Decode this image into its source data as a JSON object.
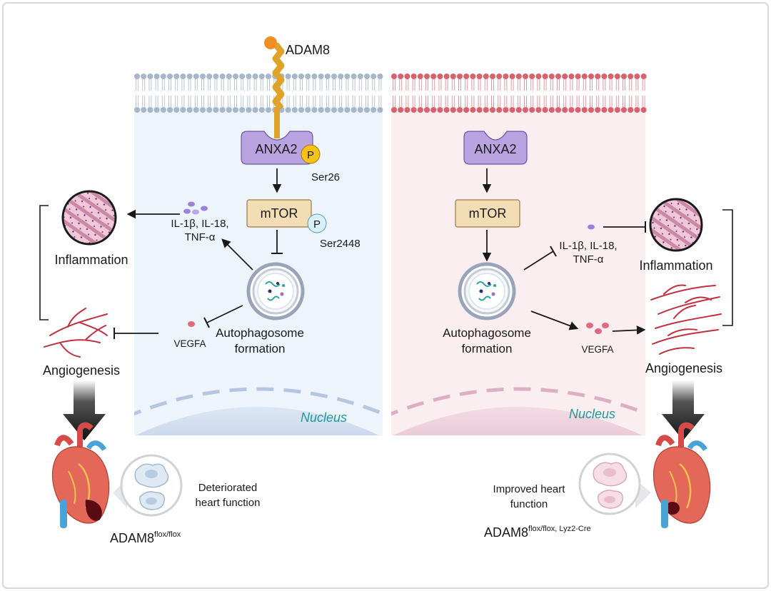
{
  "colors": {
    "left_panel": "#eef4fb",
    "right_panel": "#fbeef1",
    "membrane_left": "#a7b6c9",
    "membrane_right": "#d9616e",
    "anxa2": "#b9a3e0",
    "mtor": "#f3ddb5",
    "phospho_yellow": "#f4c21a",
    "phospho_cyan": "#d8f0f6",
    "adam8": "#e0a32a",
    "nucleus_text": "#1e9a9a",
    "arrow": "#1a1a1a"
  },
  "left": {
    "receptor": "ADAM8",
    "anxa2": "ANXA2",
    "phospho": "P",
    "ser26": "Ser26",
    "mtor": "mTOR",
    "ser2448": "Ser2448",
    "cytokines": [
      "IL-1β, IL-18,",
      "TNF-α"
    ],
    "autophagosome": [
      "Autophagosome",
      "formation"
    ],
    "vegfa": "VEGFA",
    "nucleus": "Nucleus",
    "inflammation": "Inflammation",
    "angiogenesis": "Angiogenesis",
    "outcome": [
      "Deteriorated",
      "heart function"
    ],
    "genotype_base": "ADAM8",
    "genotype_sup": "flox/flox"
  },
  "right": {
    "anxa2": "ANXA2",
    "mtor": "mTOR",
    "cytokines": [
      "IL-1β, IL-18,",
      "TNF-α"
    ],
    "autophagosome": [
      "Autophagosome",
      "formation"
    ],
    "vegfa": "VEGFA",
    "nucleus": "Nucleus",
    "inflammation": "Inflammation",
    "angiogenesis": "Angiogenesis",
    "outcome": [
      "Improved heart",
      "function"
    ],
    "genotype_base": "ADAM8",
    "genotype_sup": "flox/flox, Lyz2-Cre"
  }
}
